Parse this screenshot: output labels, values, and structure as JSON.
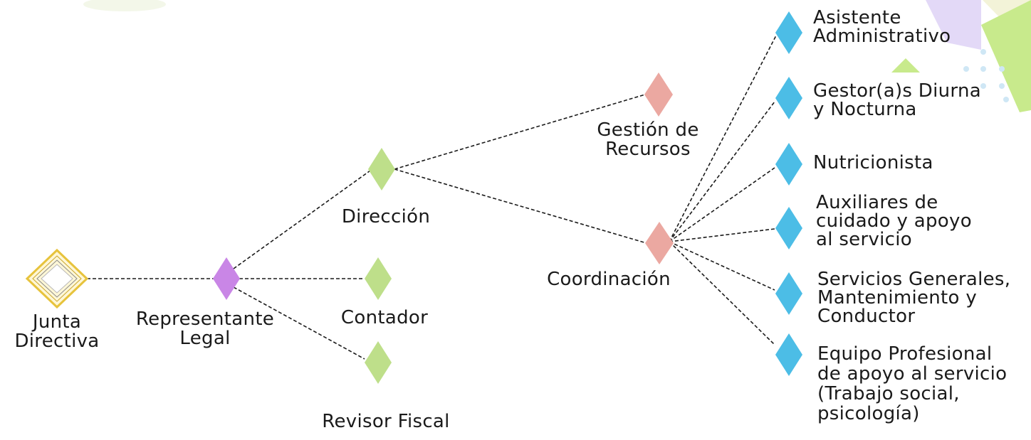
{
  "colors": {
    "gold": "#e7c33c",
    "purple": "#c986e6",
    "green": "#bedf8a",
    "salmon": "#eba8a1",
    "blue": "#4cbde6",
    "deco_lilac": "#e3d9f7",
    "deco_cream": "#f3f3d8",
    "deco_green": "#c8ea8c",
    "deco_dots": "#cfe7f5"
  },
  "nodes": {
    "junta": {
      "lines": [
        "Junta",
        "Directiva"
      ],
      "icon": "gold-diamond-icon"
    },
    "representante": {
      "lines": [
        "Representante",
        "Legal"
      ],
      "icon": "purple-diamond-icon"
    },
    "direccion": {
      "lines": [
        "Dirección"
      ],
      "icon": "green-diamond-icon"
    },
    "contador": {
      "lines": [
        "Contador"
      ],
      "icon": "green-diamond-icon"
    },
    "revisor": {
      "lines": [
        "Revisor Fiscal"
      ],
      "icon": "green-diamond-icon"
    },
    "gestion": {
      "lines": [
        "Gestión de",
        "Recursos"
      ],
      "icon": "salmon-diamond-icon"
    },
    "coordinacion": {
      "lines": [
        "Coordinación"
      ],
      "icon": "salmon-diamond-icon"
    },
    "asistente": {
      "lines": [
        "Asistente",
        "Administrativo"
      ],
      "icon": "blue-diamond-icon"
    },
    "gestores": {
      "lines": [
        "Gestor(a)s Diurna",
        "y Nocturna"
      ],
      "icon": "blue-diamond-icon"
    },
    "nutricionista": {
      "lines": [
        "Nutricionista"
      ],
      "icon": "blue-diamond-icon"
    },
    "auxiliares": {
      "lines": [
        "Auxiliares de",
        "cuidado y apoyo",
        "al servicio"
      ],
      "icon": "blue-diamond-icon"
    },
    "servicios": {
      "lines": [
        "Servicios Generales,",
        "Mantenimiento y",
        "Conductor"
      ],
      "icon": "blue-diamond-icon"
    },
    "equipo": {
      "lines": [
        "Equipo Profesional",
        "de apoyo al servicio",
        "(Trabajo social,",
        "psicología)"
      ],
      "icon": "blue-diamond-icon"
    }
  }
}
